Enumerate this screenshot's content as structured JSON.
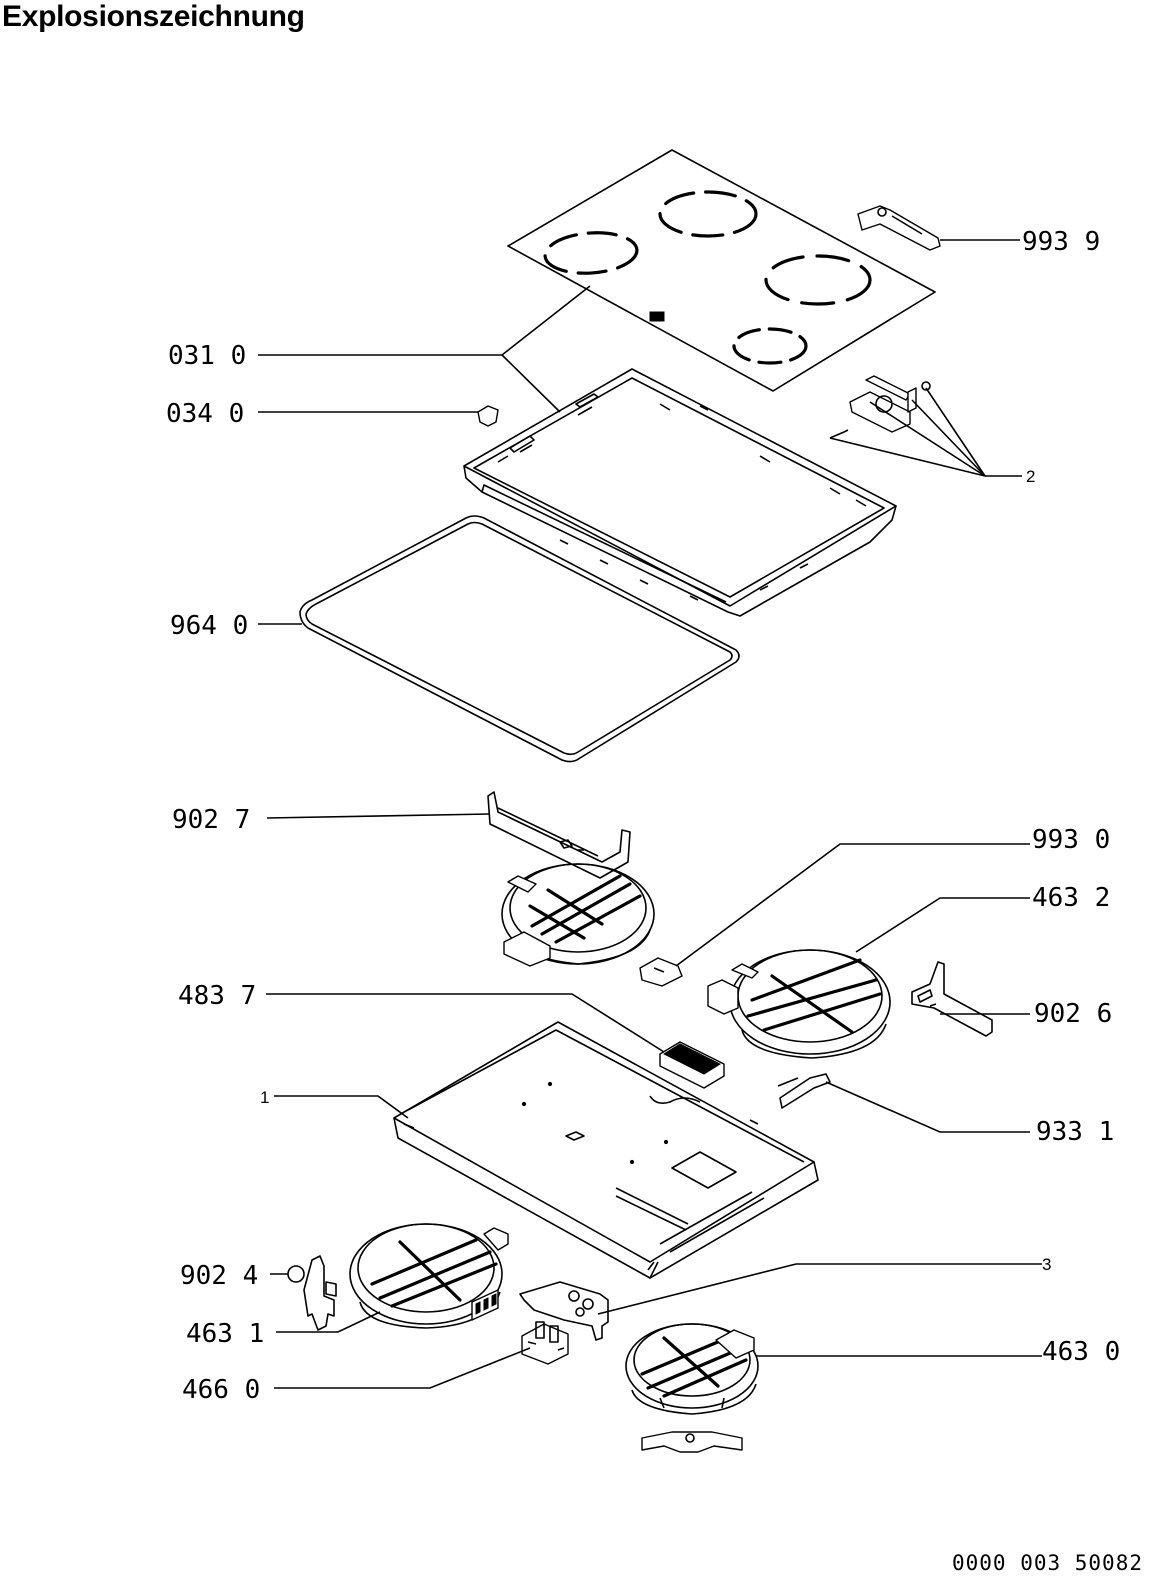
{
  "title": "Explosionszeichnung",
  "document_number": "0000 003 50082",
  "labels": {
    "p9939": "993  9",
    "p0310": "031  0",
    "p0340": "034  0",
    "p2": "2",
    "p9640": "964  0",
    "p9027": "902  7",
    "p9930": "993  0",
    "p4632": "463  2",
    "p4837": "483  7",
    "p9026": "902  6",
    "p1": "1",
    "p9331": "933  1",
    "p3": "3",
    "p9024": "902  4",
    "p4631": "463  1",
    "p4630": "463  0",
    "p4660": "466  0"
  }
}
